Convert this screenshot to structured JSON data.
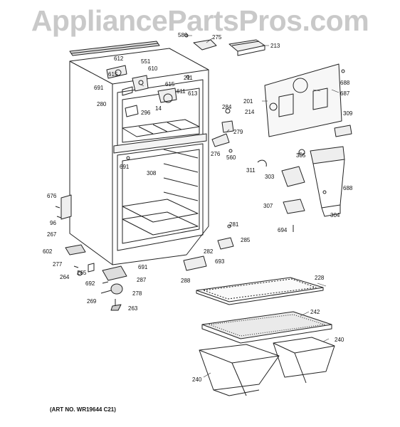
{
  "watermark": "AppliancePartsPros.com",
  "art_number": "(ART NO. WR19644 C21)",
  "callouts": [
    "580",
    "275",
    "213",
    "612",
    "551",
    "610",
    "615",
    "211",
    "691",
    "615",
    "611",
    "613",
    "280",
    "296",
    "14",
    "201",
    "687",
    "688",
    "284",
    "214",
    "279",
    "309",
    "276",
    "560",
    "305",
    "691",
    "308",
    "311",
    "303",
    "688",
    "676",
    "96",
    "267",
    "307",
    "281",
    "285",
    "694",
    "304",
    "602",
    "282",
    "693",
    "277",
    "691",
    "264",
    "265",
    "287",
    "288",
    "228",
    "692",
    "278",
    "269",
    "263",
    "242",
    "240",
    "240"
  ]
}
